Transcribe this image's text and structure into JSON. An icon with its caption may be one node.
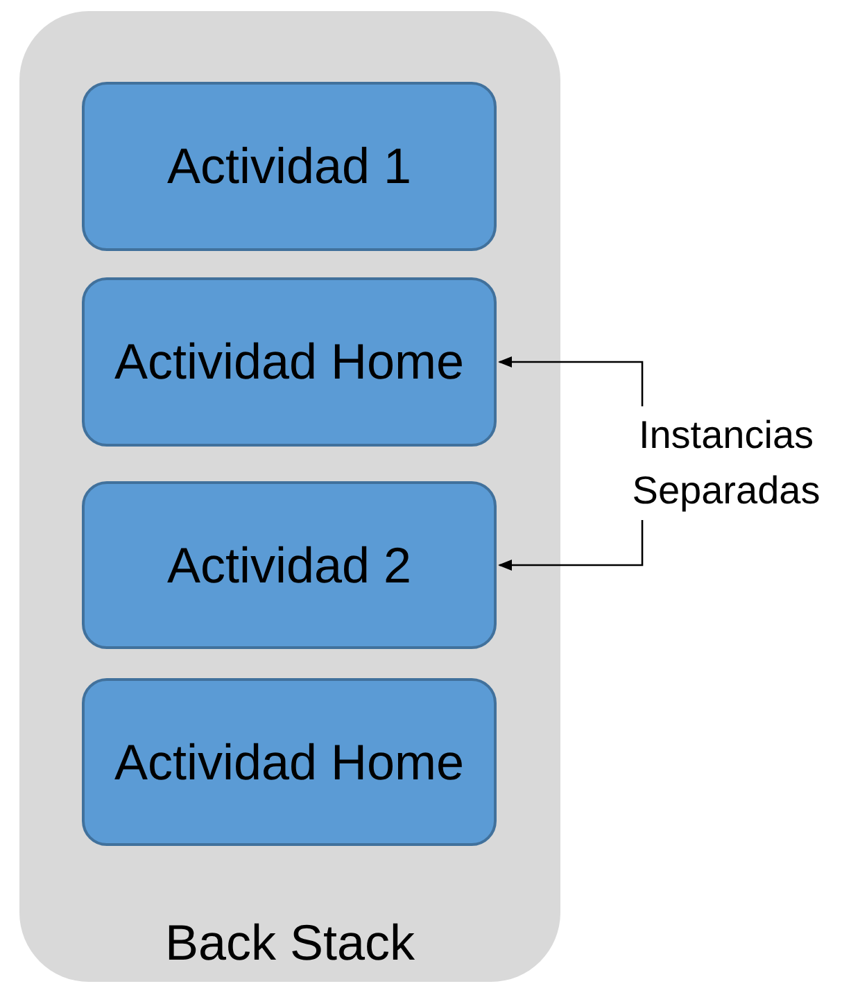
{
  "diagram": {
    "nodes": [
      {
        "text": [
          "Back Stack"
        ]
      },
      {
        "text": [
          "Actividad 1"
        ],
        "in": 0
      },
      {
        "text": [
          "Actividad Home"
        ],
        "in": 0
      },
      {
        "text": [
          "Actividad 2"
        ],
        "in": 0
      },
      {
        "text": [
          "Actividad Home"
        ],
        "in": 0
      },
      {
        "text": [
          "Instancias Separadas"
        ]
      }
    ],
    "edges": [
      {
        "from": 5,
        "to": 2,
        "arrow": "to"
      },
      {
        "from": 5,
        "to": 3,
        "arrow": "to"
      }
    ]
  }
}
